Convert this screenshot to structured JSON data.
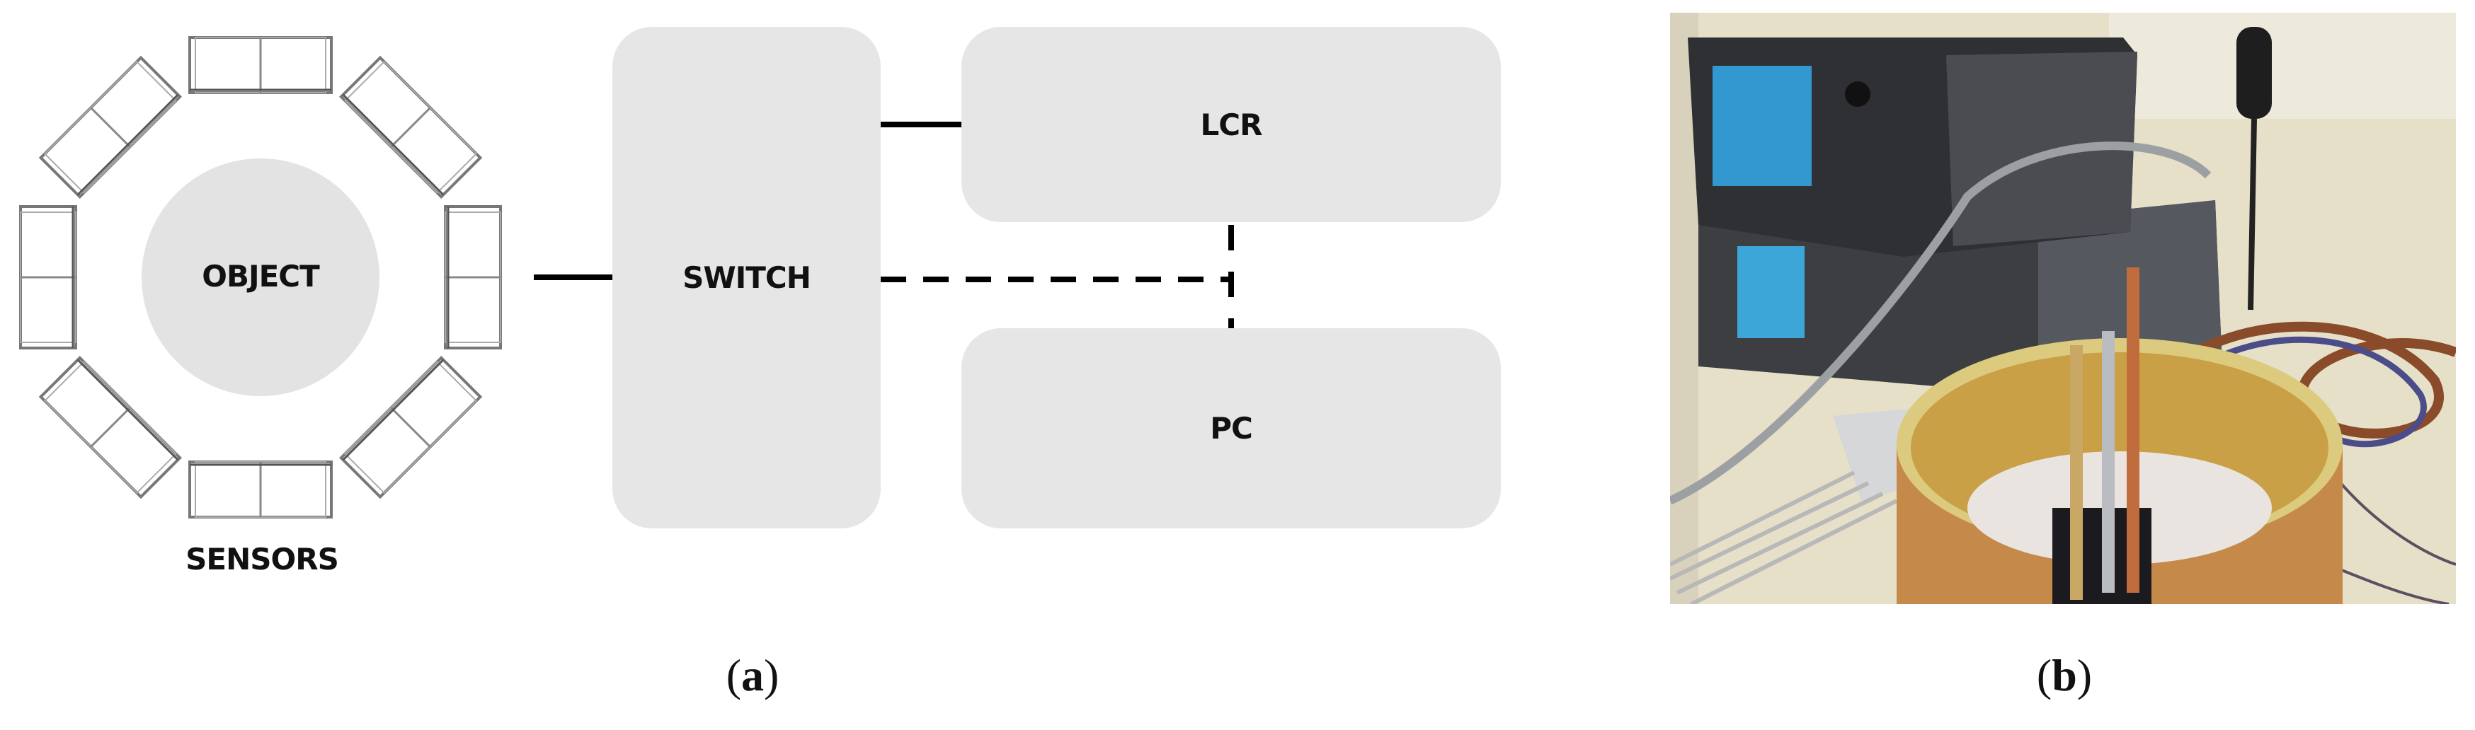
{
  "panel_a": {
    "object_label": "OBJECT",
    "sensors_label": "SENSORS",
    "switch_label": "SWITCH",
    "lcr_label": "LCR",
    "pc_label": "PC",
    "caption_open": "(",
    "caption_letter": "a",
    "caption_close": ")",
    "sensor_count": 8,
    "colors": {
      "box_fill": "#e6e6e6",
      "object_fill": "#e3e3e3",
      "line": "#000000",
      "sensor_stroke": "#777777"
    }
  },
  "panel_b": {
    "caption_open": "(",
    "caption_letter": "b",
    "caption_close": ")"
  }
}
